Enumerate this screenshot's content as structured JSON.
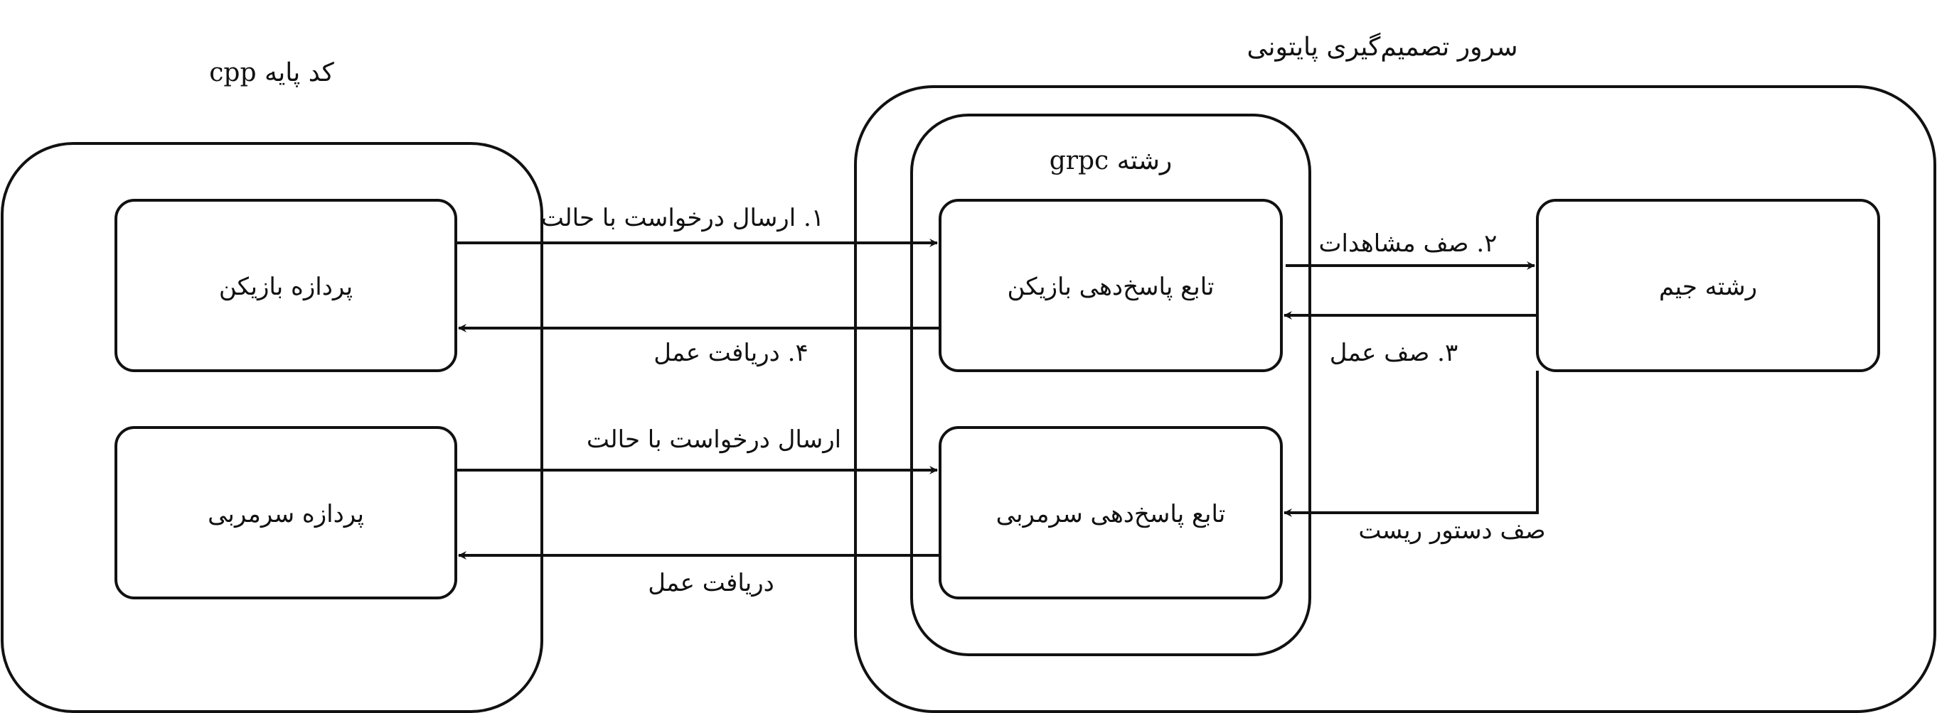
{
  "groups": {
    "cpp_base": {
      "title": "کد پایه cpp"
    },
    "python_server": {
      "title": "سرور تصمیم‌گیری پایتونی"
    },
    "grpc_thread": {
      "title": "رشته grpc"
    }
  },
  "nodes": {
    "player_process": "پردازه بازیکن",
    "coach_process": "پردازه سرمربی",
    "player_responder": "تابع پاسخ‌دهی بازیکن",
    "coach_responder": "تابع پاسخ‌دهی سرمربی",
    "gym_thread": "رشته جیم"
  },
  "edges": {
    "e1": "۱. ارسال درخواست با حالت",
    "e4": "۴.  دریافت عمل",
    "e_coach_send": "ارسال درخواست با حالت",
    "e_coach_recv": "دریافت عمل",
    "e2": "۲. صف مشاهدات",
    "e3": "۳. صف عمل",
    "e_reset": "صف دستور ریست"
  }
}
